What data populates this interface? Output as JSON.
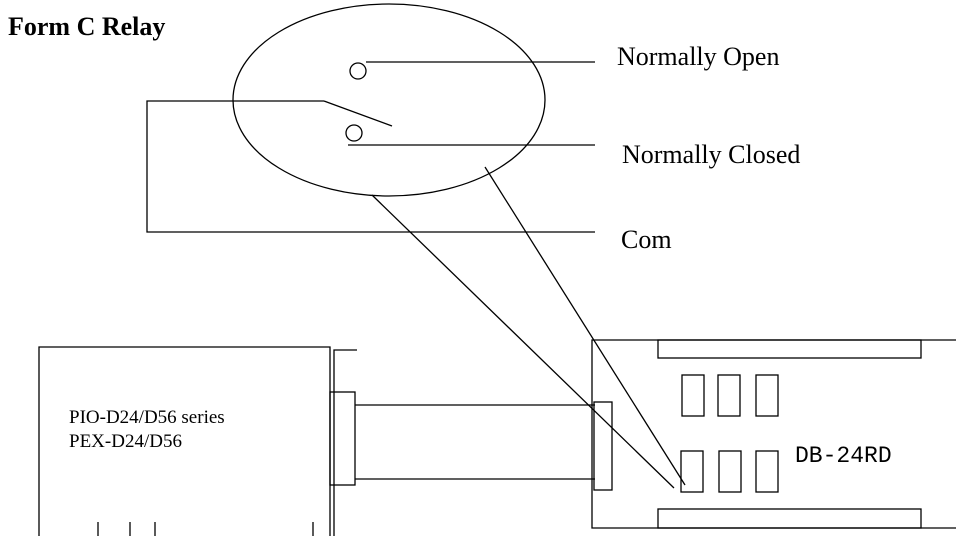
{
  "diagram": {
    "title": "Form C Relay",
    "labels": {
      "normally_open": "Normally Open",
      "normally_closed": "Normally Closed",
      "com": "Com"
    },
    "card": {
      "line1": "PIO-D24/D56 series",
      "line2": "PEX-D24/D56"
    },
    "board": {
      "name": "DB-24RD"
    },
    "colors": {
      "stroke": "#000000",
      "background": "#ffffff"
    }
  }
}
